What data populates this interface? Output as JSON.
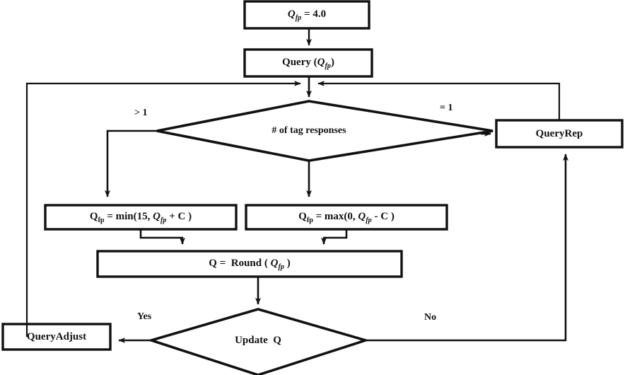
{
  "diagram": {
    "title": "Q-algorithm flowchart",
    "stroke_color": "#111111",
    "fill_color": "#ffffff",
    "nodes": {
      "init": {
        "label": "Qfp = 4.0",
        "shape": "rect"
      },
      "query": {
        "label": "Query (Qfp)",
        "shape": "rect"
      },
      "tag_responses": {
        "label": "# of tag responses",
        "shape": "diamond"
      },
      "query_rep": {
        "label": "QueryRep",
        "shape": "rect"
      },
      "q_min": {
        "label": "Qfp = min(15, Qfp + C )",
        "shape": "rect"
      },
      "q_max": {
        "label": "Qfp = max(0, Qfp - C )",
        "shape": "rect"
      },
      "q_round": {
        "label": "Q =  Round ( Qfp )",
        "shape": "rect"
      },
      "update_q": {
        "label": "Update  Q",
        "shape": "diamond"
      },
      "query_adjust": {
        "label": "QueryAdjust",
        "shape": "rect"
      }
    },
    "edge_labels": {
      "greater_than_one": "> 1",
      "equals_one": "= 1",
      "yes": "Yes",
      "no": "No"
    }
  }
}
